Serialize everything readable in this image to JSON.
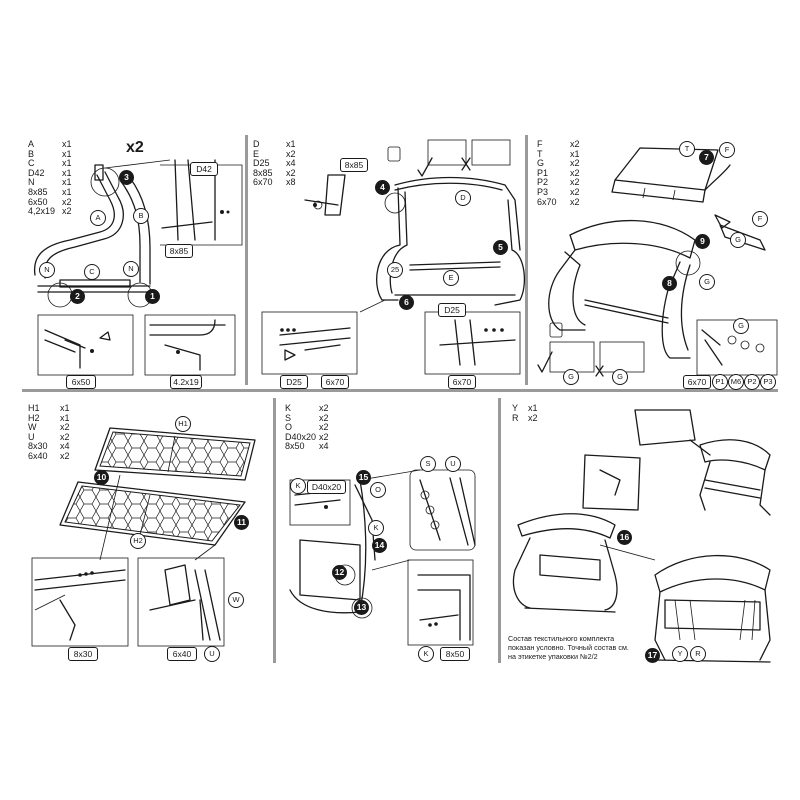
{
  "panel1": {
    "parts": [
      {
        "code": "A",
        "qty": "x1"
      },
      {
        "code": "B",
        "qty": "x1"
      },
      {
        "code": "C",
        "qty": "x1"
      },
      {
        "code": "D42",
        "qty": "x1"
      },
      {
        "code": "N",
        "qty": "x1"
      },
      {
        "code": "8x85",
        "qty": "x1"
      },
      {
        "code": "6x50",
        "qty": "x2"
      },
      {
        "code": "4,2x19",
        "qty": "x2"
      }
    ],
    "multiplier": "x2",
    "steps": [
      "1",
      "2",
      "3"
    ],
    "labels": [
      "A",
      "B",
      "C",
      "N",
      "N"
    ],
    "boxes": [
      "D42",
      "8x85",
      "6x50",
      "4.2x19"
    ]
  },
  "panel2": {
    "parts": [
      {
        "code": "D",
        "qty": "x1"
      },
      {
        "code": "E",
        "qty": "x2"
      },
      {
        "code": "D25",
        "qty": "x4"
      },
      {
        "code": "8x85",
        "qty": "x2"
      },
      {
        "code": "6x70",
        "qty": "x8"
      }
    ],
    "steps": [
      "4",
      "5",
      "6"
    ],
    "labels": [
      "D",
      "E",
      "25"
    ],
    "boxes": [
      "8x85",
      "D25",
      "D25",
      "6x70",
      "6x70"
    ]
  },
  "panel3": {
    "parts": [
      {
        "code": "F",
        "qty": "x2"
      },
      {
        "code": "T",
        "qty": "x1"
      },
      {
        "code": "G",
        "qty": "x2"
      },
      {
        "code": "P1",
        "qty": "x2"
      },
      {
        "code": "P2",
        "qty": "x2"
      },
      {
        "code": "P3",
        "qty": "x2"
      },
      {
        "code": "6x70",
        "qty": "x2"
      }
    ],
    "steps": [
      "7",
      "8",
      "9"
    ],
    "labels": [
      "T",
      "F",
      "F",
      "G",
      "G",
      "G",
      "G",
      "G"
    ],
    "boxes": [
      "6x70",
      "P1",
      "M6",
      "P2",
      "P3"
    ]
  },
  "panel4": {
    "parts": [
      {
        "code": "H1",
        "qty": "x1"
      },
      {
        "code": "H2",
        "qty": "x1"
      },
      {
        "code": "W",
        "qty": "x2"
      },
      {
        "code": "U",
        "qty": "x2"
      },
      {
        "code": "8x30",
        "qty": "x4"
      },
      {
        "code": "6x40",
        "qty": "x2"
      }
    ],
    "steps": [
      "10",
      "11"
    ],
    "labels": [
      "H1",
      "H2",
      "W",
      "U"
    ],
    "boxes": [
      "8x30",
      "6x40"
    ]
  },
  "panel5": {
    "parts": [
      {
        "code": "K",
        "qty": "x2"
      },
      {
        "code": "S",
        "qty": "x2"
      },
      {
        "code": "O",
        "qty": "x2"
      },
      {
        "code": "D40x20",
        "qty": "x2"
      },
      {
        "code": "8x50",
        "qty": "x4"
      }
    ],
    "steps": [
      "12",
      "13",
      "14",
      "15"
    ],
    "labels": [
      "K",
      "O",
      "K",
      "S",
      "U",
      "K"
    ],
    "boxes": [
      "D40x20",
      "8x50"
    ]
  },
  "panel6": {
    "parts": [
      {
        "code": "Y",
        "qty": "x1"
      },
      {
        "code": "R",
        "qty": "x2"
      }
    ],
    "steps": [
      "16",
      "17"
    ],
    "labels": [
      "Y",
      "R"
    ],
    "note": [
      "Состав текстильного комплекта",
      "показан условно. Точный состав см.",
      "на этикетке упаковки №2/2"
    ]
  }
}
